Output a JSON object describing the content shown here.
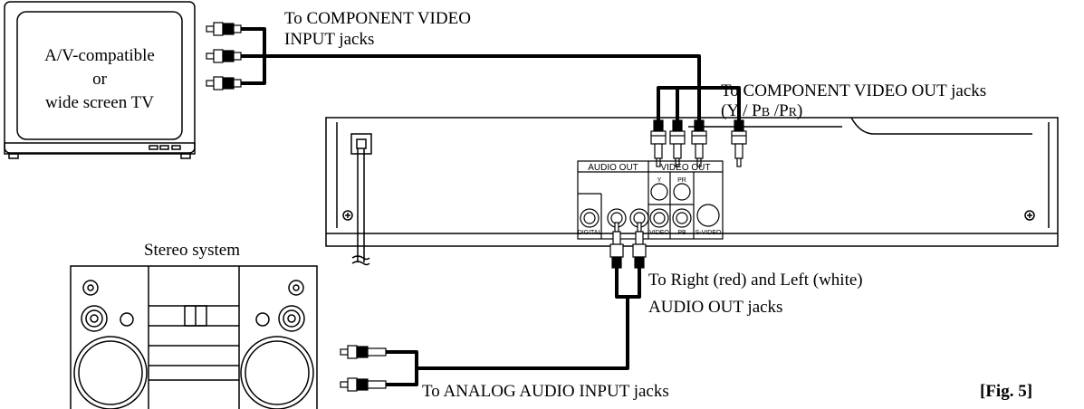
{
  "tv": {
    "line1": "A/V-compatible",
    "line2": "or",
    "line3": "wide screen TV"
  },
  "stereo": {
    "title": "Stereo system"
  },
  "player": {
    "audio_out": "AUDIO OUT",
    "video_out": "VIDEO OUT",
    "jack_y": "Y",
    "jack_pr": "PR",
    "jack_pb": "PB",
    "jack_digital": "DIGITAL",
    "jack_video": "VIDEO",
    "jack_svideo": "S-VIDEO"
  },
  "callouts": {
    "component_input_1": "To COMPONENT VIDEO",
    "component_input_2": "INPUT jacks",
    "component_out_1": "To COMPONENT VIDEO OUT jacks",
    "component_out_2a": "(Y / P",
    "component_out_2b": "B",
    "component_out_2c": " /P",
    "component_out_2d": "R",
    "component_out_2e": ")",
    "audio_out_1": "To Right (red) and Left (white)",
    "audio_out_2": "AUDIO OUT jacks",
    "analog_input": "To ANALOG AUDIO INPUT jacks"
  },
  "figure": {
    "label": "[Fig. 5]"
  }
}
